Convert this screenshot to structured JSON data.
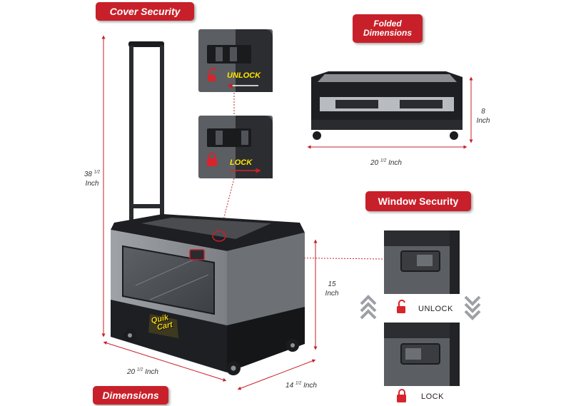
{
  "badges": {
    "cover_security": "Cover Security",
    "folded_line1": "Folded",
    "folded_line2": "Dimensions",
    "window_security": "Window Security",
    "dimensions": "Dimensions"
  },
  "measurements": {
    "height_num": "38",
    "height_frac": "1/2",
    "height_unit": "Inch",
    "width_num": "20",
    "width_frac": "1/2",
    "width_unit": "Inch",
    "depth_num": "14",
    "depth_frac": "1/2",
    "depth_unit": "Inch",
    "box_height_num": "15",
    "box_height_unit": "Inch",
    "folded_height_num": "8",
    "folded_height_unit": "Inch",
    "folded_width_num": "20",
    "folded_width_frac": "1/2",
    "folded_width_unit": "Inch"
  },
  "cover_lock": {
    "unlock": "UNLOCK",
    "lock": "LOCK"
  },
  "window_lock": {
    "unlock": "UNLOCK",
    "lock": "LOCK"
  },
  "brand": {
    "line1": "Quik",
    "line2": "Cart"
  },
  "colors": {
    "badge_red": "#c8202a",
    "body_gray": "#8e9398",
    "lid_black": "#1e1f22",
    "lock_red": "#d8242b",
    "brand_yellow": "#f2d21b"
  }
}
